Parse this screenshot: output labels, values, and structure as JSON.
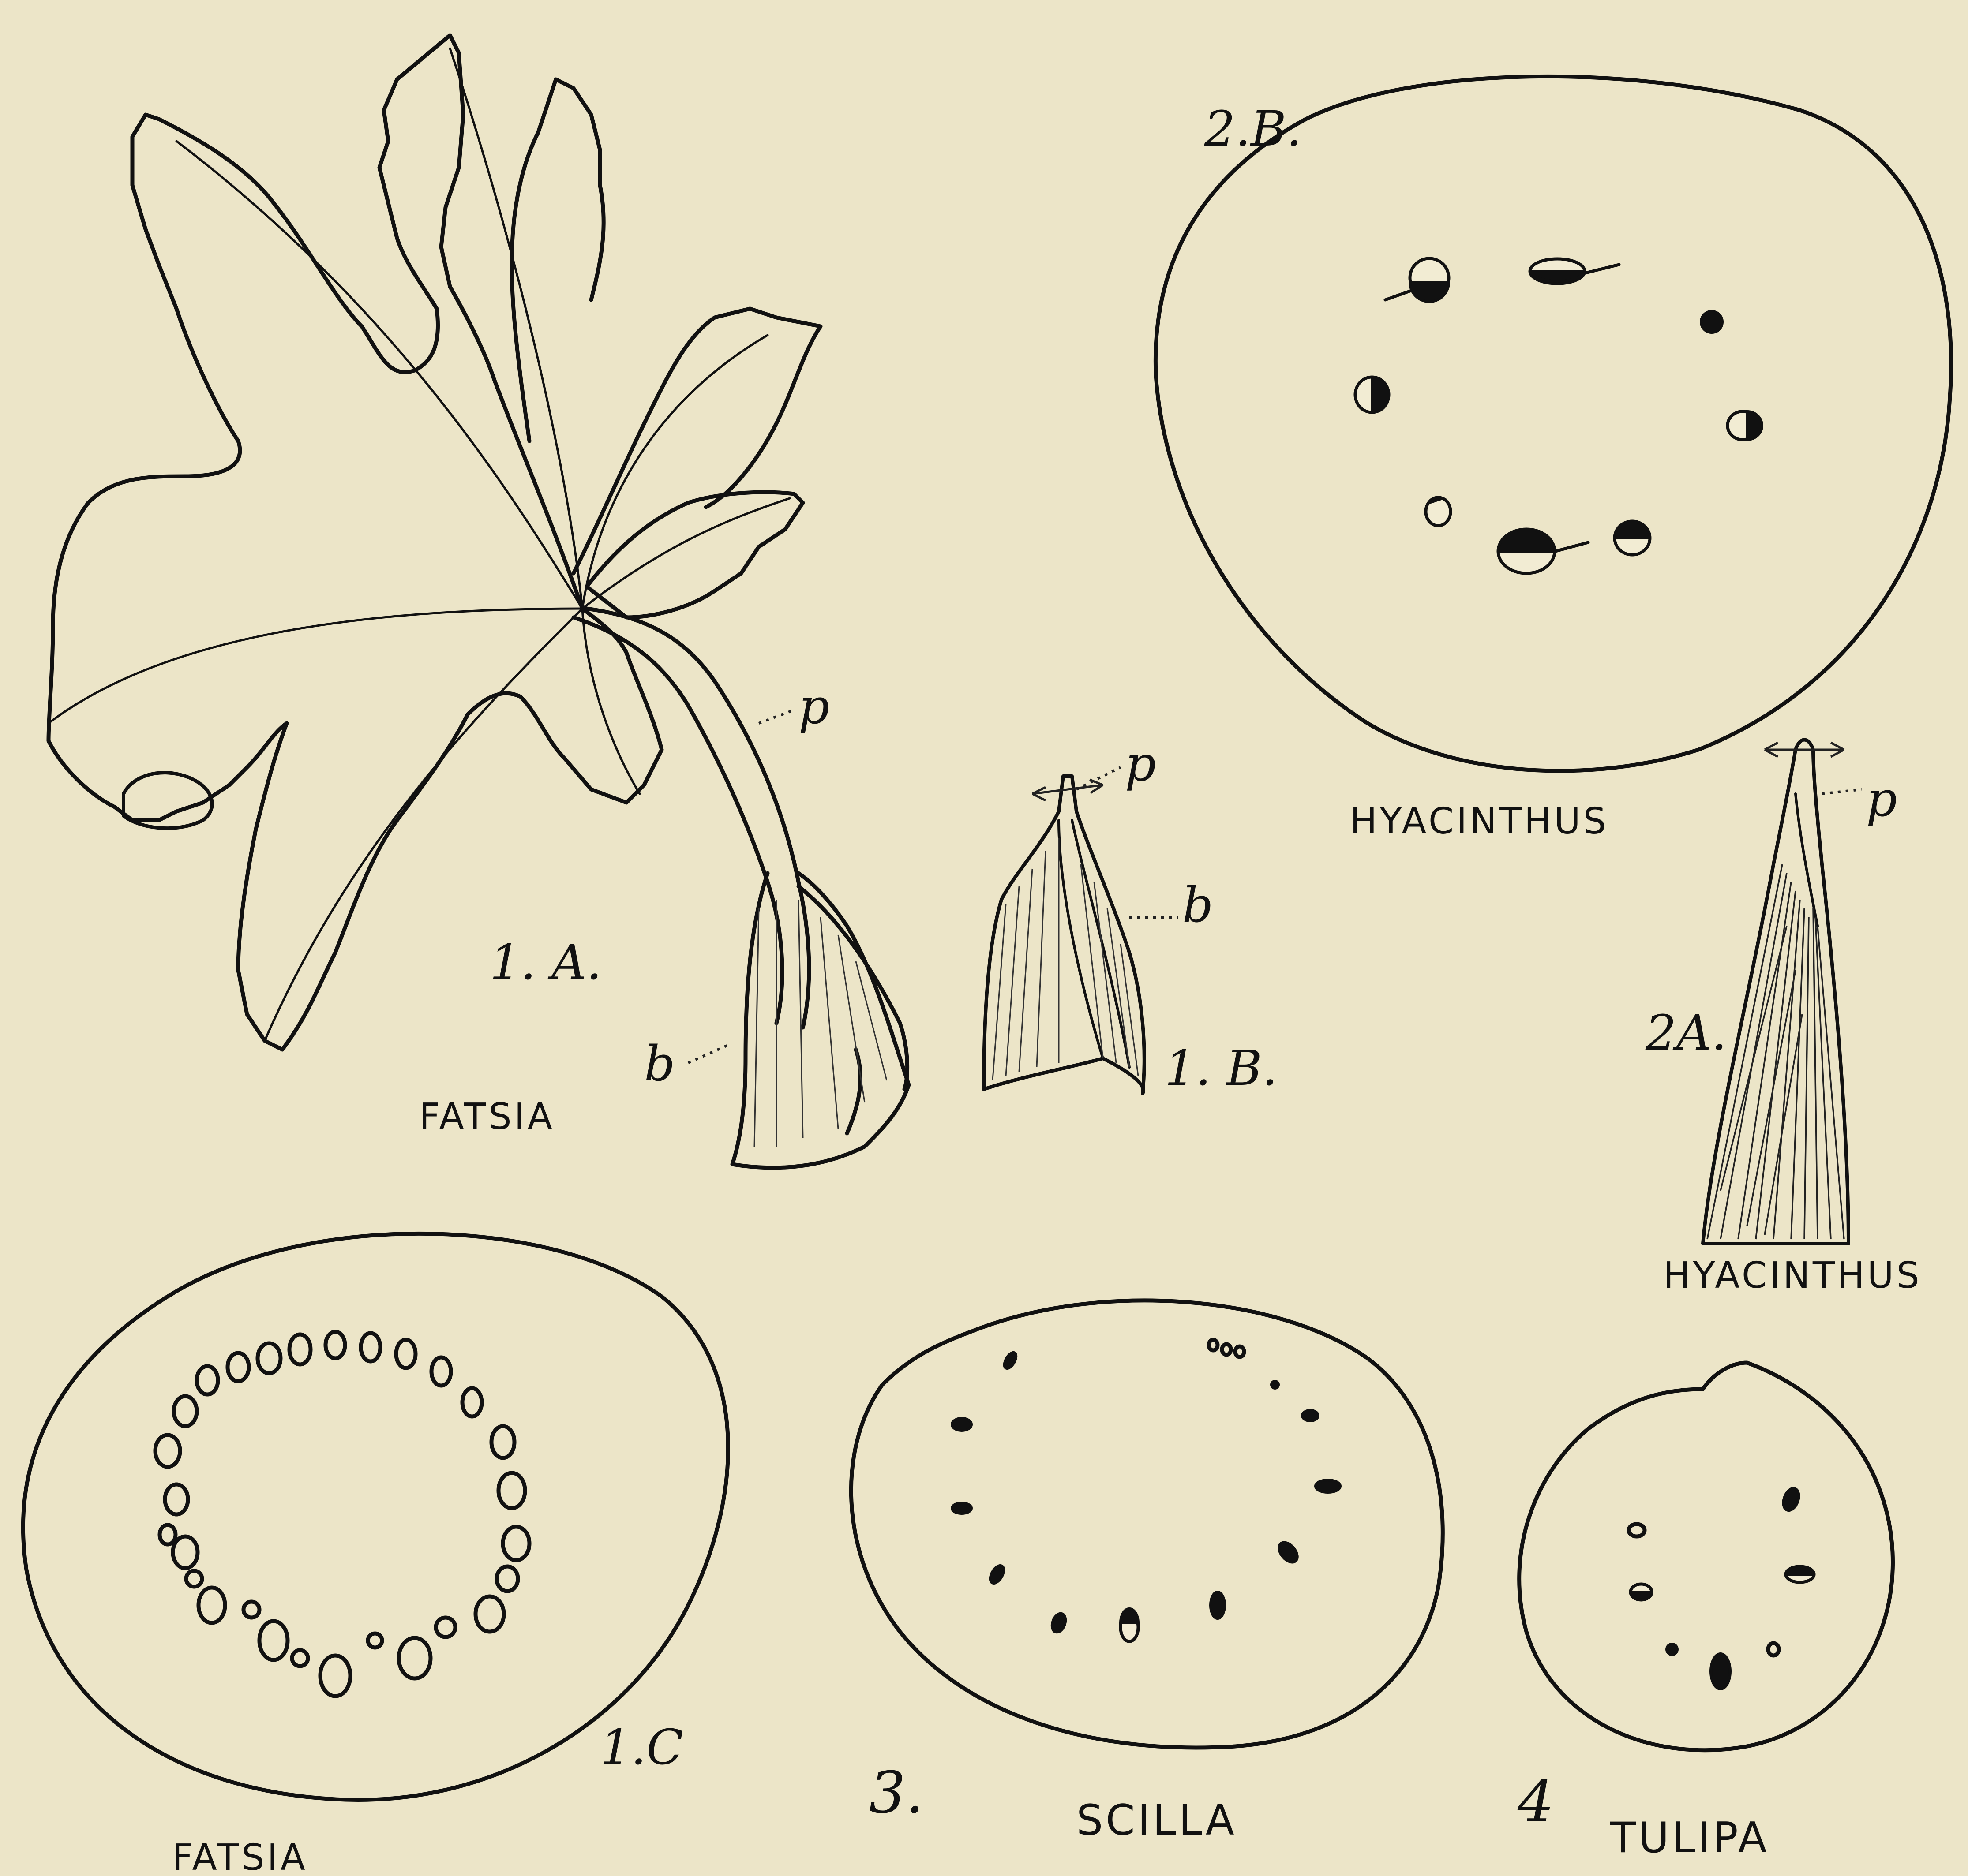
{
  "figures": {
    "fig_1a": {
      "number": "1. A.",
      "genus": "FATSIA",
      "petiole_label": "p",
      "base_label": "b"
    },
    "fig_1b": {
      "number": "1. B.",
      "petiole_label": "p",
      "base_label": "b"
    },
    "fig_1c": {
      "number": "1.C",
      "genus": "FATSIA"
    },
    "fig_2a": {
      "number": "2A.",
      "genus": "HYACINTHUS",
      "petiole_label": "p"
    },
    "fig_2b": {
      "number": "2.B.",
      "genus": "HYACINTHUS"
    },
    "fig_3": {
      "number": "3.",
      "genus": "SCILLA"
    },
    "fig_4": {
      "number": "4",
      "genus": "TULIPA"
    }
  }
}
